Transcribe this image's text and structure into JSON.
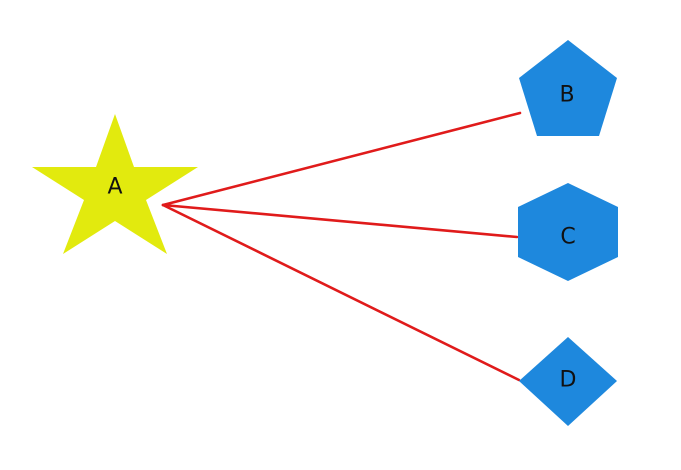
{
  "colors": {
    "star_fill": "#e2ea0e",
    "polygon_fill": "#1e88dd",
    "edge_stroke": "#e01b1b",
    "background": "#ffffff"
  },
  "nodes": [
    {
      "id": "A",
      "label": "A",
      "shape": "star"
    },
    {
      "id": "B",
      "label": "B",
      "shape": "pentagon"
    },
    {
      "id": "C",
      "label": "C",
      "shape": "hexagon"
    },
    {
      "id": "D",
      "label": "D",
      "shape": "diamond"
    }
  ],
  "edges": [
    {
      "from": "A",
      "to": "B"
    },
    {
      "from": "A",
      "to": "C"
    },
    {
      "from": "A",
      "to": "D"
    }
  ]
}
